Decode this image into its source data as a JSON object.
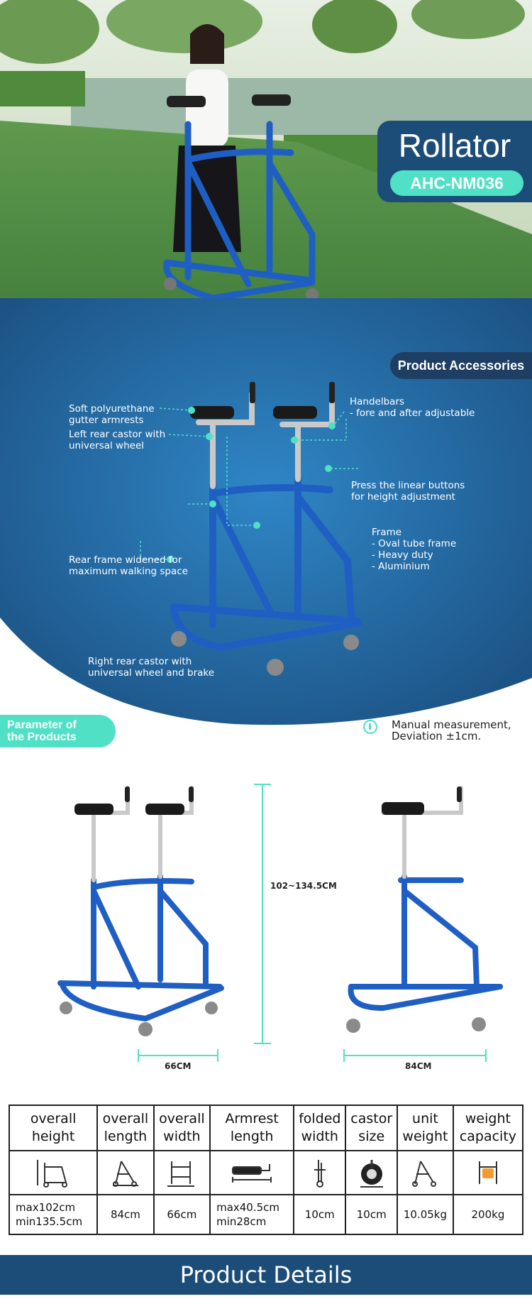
{
  "hero": {
    "title": "Rollator",
    "model": "AHC-NM036"
  },
  "accessories": {
    "header": "Product Accessories",
    "callouts": {
      "armrests": "Soft polyurethane\ngutter armrests",
      "handlebars": "Handelbars\n- fore and after adjustable",
      "left_castor": "Left rear castor with\nuniversal wheel",
      "linear_buttons": "Press the linear buttons\nfor height adjustment",
      "frame": "Frame\n- Oval tube frame\n- Heavy duty\n- Aluminium",
      "rear_frame": "Rear frame widened for\nmaximum walking space",
      "right_castor": "Right rear castor with\nuniversal wheel and brake"
    }
  },
  "parameters": {
    "tab_label": "Parameter of\nthe Products",
    "note": "Manual measurement,\nDeviation ±1cm.",
    "height_range": "102~134.5CM",
    "width_dim": "66CM",
    "length_dim": "84CM"
  },
  "table": {
    "headers": [
      "overall\nheight",
      "overall\nlength",
      "overall\nwidth",
      "Armrest\nlength",
      "folded\nwidth",
      "castor\nsize",
      "unit\nweight",
      "weight\ncapacity"
    ],
    "values": [
      "max102cm\nmin135.5cm",
      "84cm",
      "66cm",
      "max40.5cm\nmin28cm",
      "10cm",
      "10cm",
      "10.05kg",
      "200kg"
    ],
    "icons": [
      "walker-height-icon",
      "walker-length-icon",
      "walker-width-icon",
      "armrest-icon",
      "folded-walker-icon",
      "castor-wheel-icon",
      "walker-weight-icon",
      "weight-capacity-icon"
    ]
  },
  "footer": {
    "title": "Product Details"
  },
  "colors": {
    "navy": "#1c4d78",
    "teal": "#4fe0c5",
    "frame_blue": "#1f5fc4"
  }
}
